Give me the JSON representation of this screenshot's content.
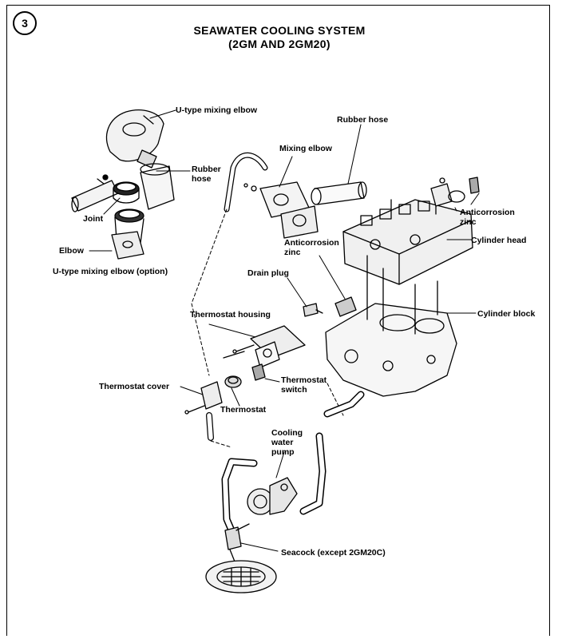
{
  "badge": "3",
  "title": {
    "line1": "SEAWATER COOLING SYSTEM",
    "line2": "(2GM AND 2GM20)"
  },
  "labels": {
    "u_type_mixing_elbow": "U-type mixing elbow",
    "rubber_hose_top": "Rubber hose",
    "mixing_elbow": "Mixing elbow",
    "rubber_hose_left_1": "Rubber",
    "rubber_hose_left_2": "hose",
    "joint": "Joint",
    "elbow": "Elbow",
    "u_type_option": "U-type mixing elbow (option)",
    "anticorrosion_zinc_right_1": "Anticorrosion",
    "anticorrosion_zinc_right_2": "zinc",
    "cylinder_head": "Cylinder head",
    "anticorrosion_zinc_mid_1": "Anticorrosion",
    "anticorrosion_zinc_mid_2": "zinc",
    "drain_plug": "Drain plug",
    "thermostat_housing": "Thermostat housing",
    "cylinder_block": "Cylinder block",
    "thermostat_cover": "Thermostat cover",
    "thermostat_switch_1": "Thermostat",
    "thermostat_switch_2": "switch",
    "thermostat": "Thermostat",
    "cooling_water_pump_1": "Cooling",
    "cooling_water_pump_2": "water",
    "cooling_water_pump_3": "pump",
    "seacock": "Seacock (except 2GM20C)"
  }
}
